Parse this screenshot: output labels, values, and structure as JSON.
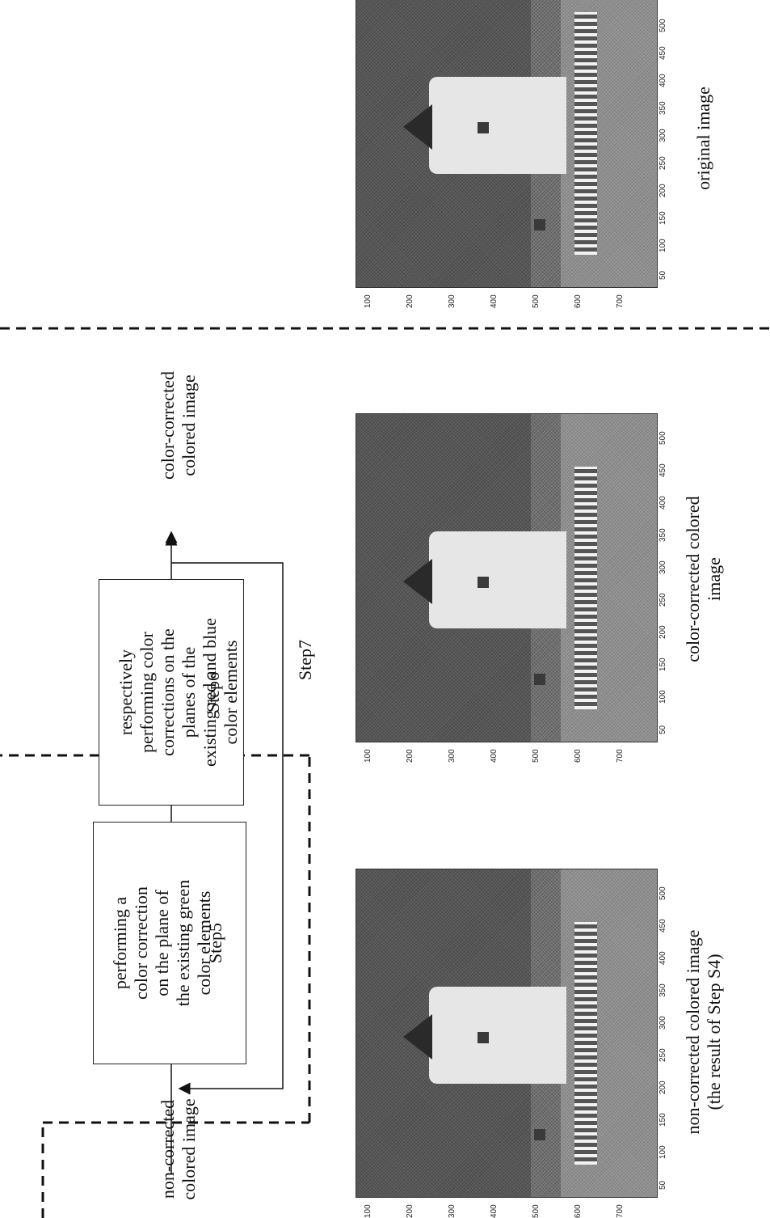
{
  "diagram": {
    "input_label": "non-corrected\ncolored image",
    "output_label": "color-corrected\ncolored image",
    "step5": {
      "text": "performing a\ncolor correction\non the plane of\nthe existing green\ncolor elements",
      "step": "Step5"
    },
    "step6": {
      "text": "respectively\nperforming color\ncorrections on the\nplanes of the\nexisting red and blue\ncolor elements",
      "step": "Step6"
    },
    "step7": "Step7"
  },
  "images": [
    {
      "caption": "non-corrected colored image\n(the result of Step S4)",
      "x_ticks": [
        "50",
        "100",
        "150",
        "200",
        "250",
        "300",
        "350",
        "400",
        "450",
        "500"
      ],
      "y_ticks": [
        "100",
        "200",
        "300",
        "400",
        "500",
        "600",
        "700"
      ]
    },
    {
      "caption": "color-corrected colored\nimage",
      "x_ticks": [
        "50",
        "100",
        "150",
        "200",
        "250",
        "300",
        "350",
        "400",
        "450",
        "500"
      ],
      "y_ticks": [
        "100",
        "200",
        "300",
        "400",
        "500",
        "600",
        "700"
      ]
    },
    {
      "caption": "original image",
      "x_ticks": [
        "50",
        "100",
        "150",
        "200",
        "250",
        "300",
        "350",
        "400",
        "450",
        "500"
      ],
      "y_ticks": [
        "100",
        "200",
        "300",
        "400",
        "500",
        "600",
        "700"
      ]
    }
  ]
}
